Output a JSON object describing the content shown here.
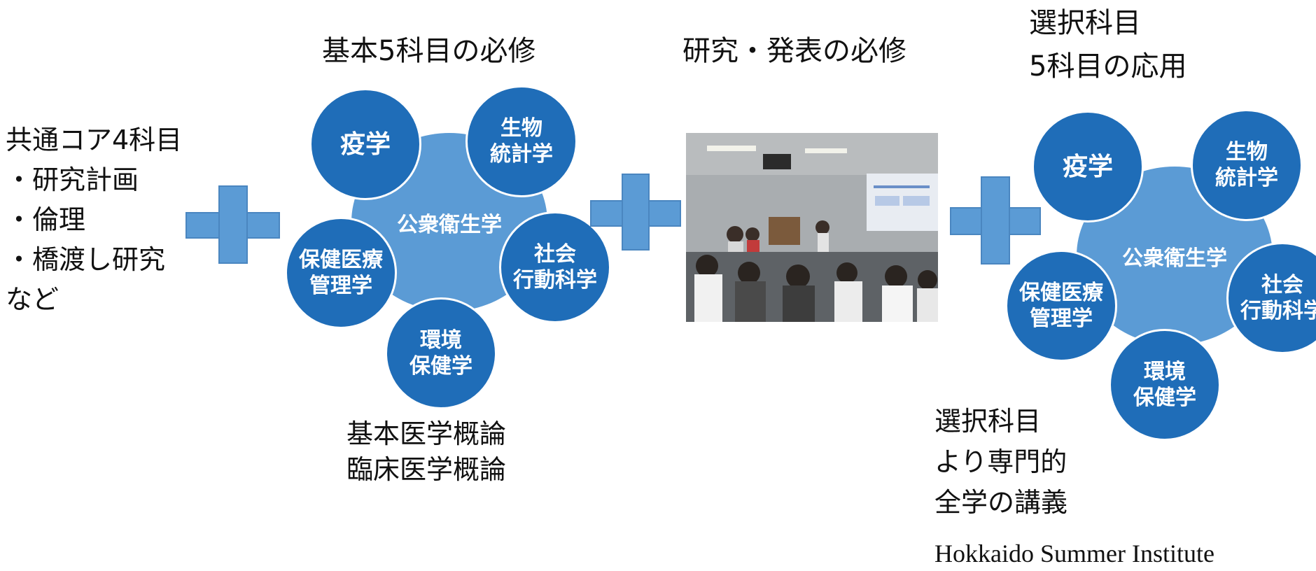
{
  "left_block": {
    "title": "共通コア4科目",
    "items": [
      "・研究計画",
      "・倫理",
      "・橋渡し研究",
      "など"
    ]
  },
  "cluster1": {
    "heading": "基本5科目の必修",
    "center": "公衆衛生学",
    "satellites": {
      "epidemiology": [
        "疫学"
      ],
      "biostatistics": [
        "生物",
        "統計学"
      ],
      "social": [
        "社会",
        "行動科学"
      ],
      "environment": [
        "環境",
        "保健学"
      ],
      "health_mgmt": [
        "保健医療",
        "管理学"
      ]
    },
    "footnote": [
      "基本医学概論",
      "臨床医学概論"
    ]
  },
  "research": {
    "heading": "研究・発表の必修"
  },
  "cluster2": {
    "heading": [
      "選択科目",
      "5科目の応用"
    ],
    "center": "公衆衛生学",
    "satellites": {
      "epidemiology": [
        "疫学"
      ],
      "biostatistics": [
        "生物",
        "統計学"
      ],
      "social": [
        "社会",
        "行動科学"
      ],
      "environment": [
        "環境",
        "保健学"
      ],
      "health_mgmt": [
        "保健医療",
        "管理学"
      ]
    }
  },
  "bottom_right": {
    "lines": [
      "選択科目",
      "より専門的",
      "全学の講義"
    ],
    "institute": "Hokkaido Summer Institute"
  },
  "colors": {
    "center_fill": "#5b9bd5",
    "satellite_fill": "#1f6db8",
    "plus_fill": "#5b9bd5"
  },
  "icons": [
    "plus-icon",
    "classroom-photo"
  ]
}
